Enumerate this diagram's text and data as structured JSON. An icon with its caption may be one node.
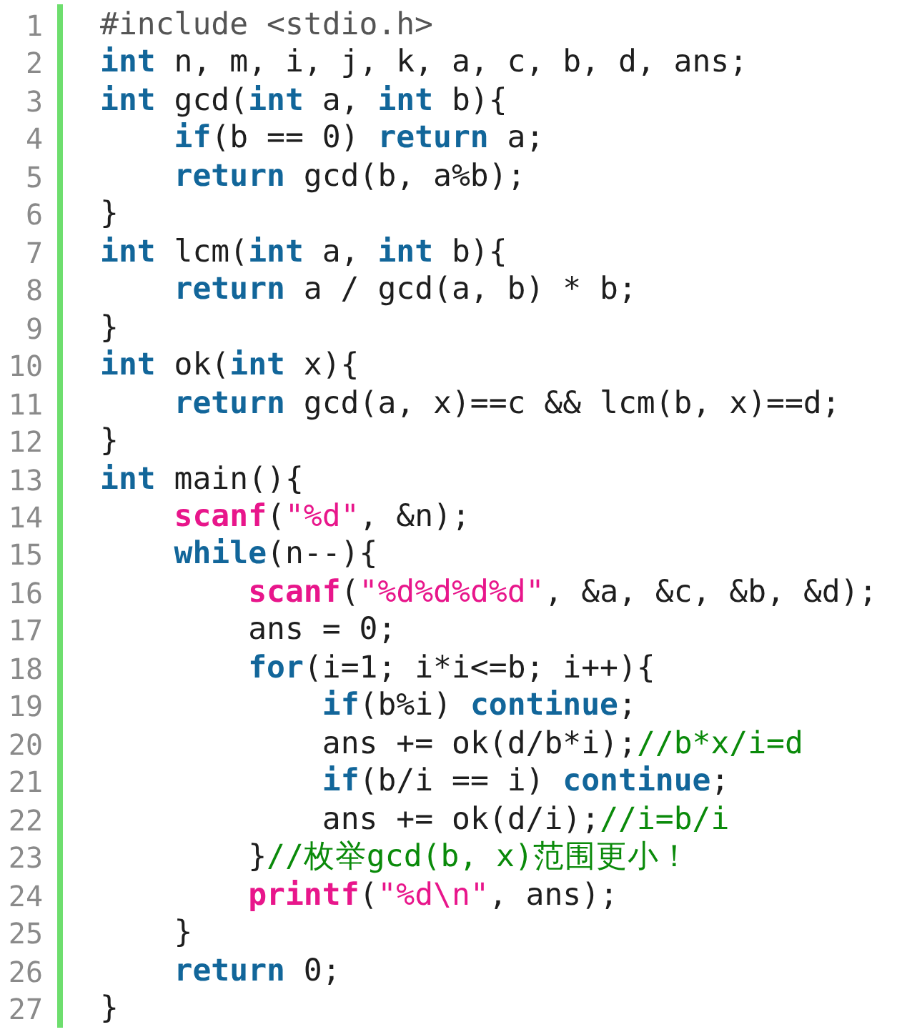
{
  "diagram": {
    "labels": [
      "1",
      "#include <stdio.h>",
      "2",
      "**int** n, m, i, j, k, a, c, b, d, ans;",
      "3",
      "**int** gcd(**int** a, **int** b){",
      "4",
      "**if**(b == 0) **return** a;",
      "5",
      "**return** gcd(b, a%b);",
      "6",
      "}",
      "7",
      "**int** lcm(**int** a, **int** b){",
      "8",
      "**return** a / gcd(a, b) * b;",
      "9",
      "}",
      "10",
      "**int** ok(**int** x){",
      "11",
      "**return** gcd(a, x)==c && lcm(b, x)==d;",
      "12",
      "}",
      "13",
      "**int** main(){",
      "14",
      "**scanf**(\"%d\", &n);",
      "15",
      "**while**(n--){",
      "16",
      "**scanf**(\"%d%d%d%d\", &a, &c, &b, &d);",
      "17",
      "ans = 0;",
      "18",
      "**for**(i=1; i*i<=b; i++){",
      "19",
      "**if**(b%i) **continue**;",
      "20",
      "ans += ok(d/b*i);",
      "//b*x/i=d",
      "21",
      "**if**(b/i == i) **continue**;",
      "22",
      "ans += ok(d/i);",
      "//i=b/i",
      "23",
      "}",
      "//枚举gcd(b, x)范围更小！",
      "24",
      "**printf**(\"%d\\n\", ans);",
      "25",
      "}",
      "26",
      "**return** 0;",
      "27",
      "}"
    ]
  }
}
